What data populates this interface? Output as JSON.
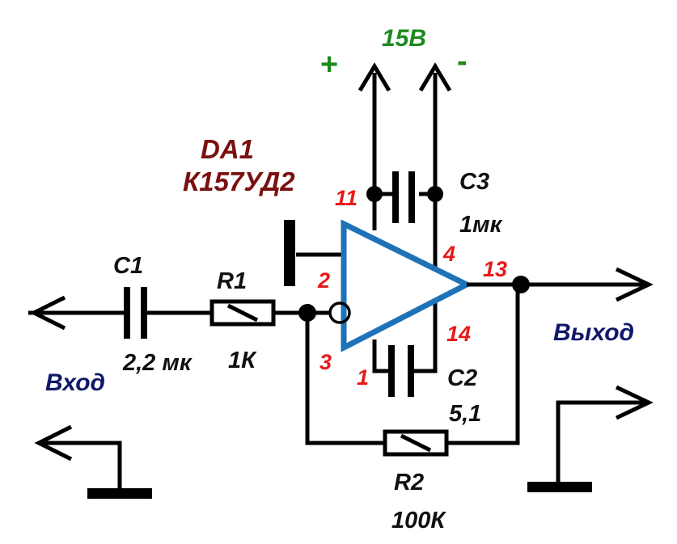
{
  "colors": {
    "wire": "#000000",
    "opamp": "#1e73b8",
    "pin": "#e51b1b",
    "supply": "#1c8a1c",
    "title": "#7a1010",
    "io": "#11186a"
  },
  "supply": {
    "voltage": "15В",
    "plus": "+",
    "minus": "-"
  },
  "opamp": {
    "ref": "DA1",
    "part": "К157УД2"
  },
  "pins": {
    "p11": "11",
    "p2": "2",
    "p3": "3",
    "p4": "4",
    "p13": "13",
    "p14": "14",
    "p1": "1"
  },
  "components": {
    "c1": {
      "ref": "C1",
      "value": "2,2 мк"
    },
    "r1": {
      "ref": "R1",
      "value": "1К"
    },
    "c3": {
      "ref": "C3",
      "value": "1мк"
    },
    "c2": {
      "ref": "C2",
      "value": "5,1"
    },
    "r2": {
      "ref": "R2",
      "value": "100К"
    }
  },
  "io": {
    "input": "Вход",
    "output": "Выход"
  },
  "icons": [
    "arrow-icon",
    "ground-icon",
    "capacitor-icon",
    "resistor-icon",
    "op-amp-icon",
    "junction-dot-icon"
  ]
}
